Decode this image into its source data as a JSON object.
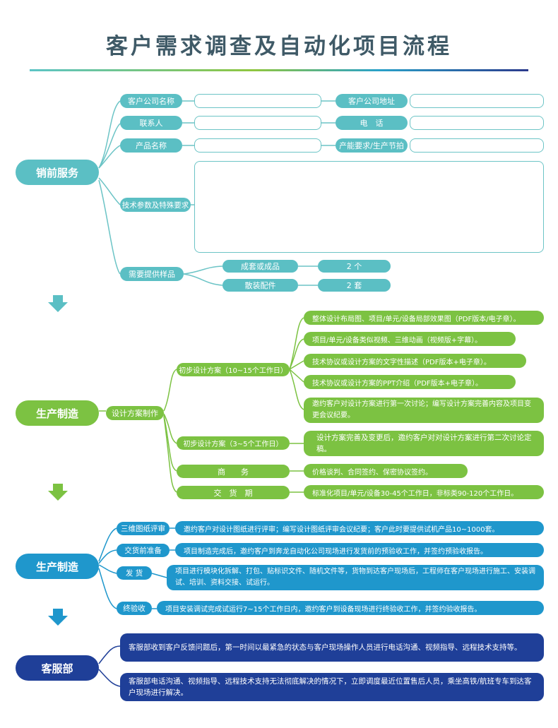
{
  "title": "客户需求调查及自动化项目流程",
  "presales": {
    "main": "销前服务",
    "company_name": "客户公司名称",
    "company_address": "客户公司地址",
    "contact": "联系人",
    "phone": "电　话",
    "product_name": "产品名称",
    "capacity": "产能要求/生产节拍",
    "tech_params": "技术参数及特殊要求",
    "samples": "需要提供样品",
    "sample_set": "成套或成品",
    "sample_set_qty": "2 个",
    "sample_parts": "散装配件",
    "sample_parts_qty": "2 套"
  },
  "production1": {
    "main": "生产制造",
    "design": "设计方案制作",
    "prelim1": "初步设计方案（10~15个工作日）",
    "prelim1_items": [
      "整体设计布局图、项目/单元/设备局部效果图（PDF版本/电子章）。",
      "项目/单元/设备类似视频、三维动画（视频版+字幕）。",
      "技术协议或设计方案的文字性描述（PDF版本+电子章）。",
      "技术协议或设计方案的PPT介绍（PDF版本+电子章）。",
      "邀约客户对设计方案进行第一次讨论；编写设计方案完善内容及项目变更会议纪要。"
    ],
    "prelim2": "初步设计方案（3~5个工作日）",
    "prelim2_item": "设计方案完善及变更后，邀约客户对对设计方案进行第二次讨论定稿。",
    "business": "商　　务",
    "business_item": "价格谈判、合同签约、保密协议签约。",
    "delivery": "交　货　期",
    "delivery_item": "标准化项目/单元/设备30-45个工作日，非标类90-120个工作日。"
  },
  "production2": {
    "main": "生产制造",
    "review": "三维图纸评审",
    "review_item": "邀约客户对设计图纸进行评审；编写设计图纸评审会议纪要；客户此时要提供试机产品10~1000套。",
    "prep": "交货前准备",
    "prep_item": "项目制造完成后，邀约客户到奔龙自动化公司现场进行发货前的预验收工作，并签约预验收报告。",
    "ship": "发 货",
    "ship_item": "项目进行模块化拆解、打包、贴标识文件、随机文件等，货物到达客户现场后，工程师在客户现场进行施工、安装调试、培训、资料交接、试运行。",
    "accept": "终验收",
    "accept_item": "项目安装调试完成试运行7~15个工作日内，邀约客户到设备现场进行终验收工作，并签约验收报告。"
  },
  "service": {
    "main": "客服部",
    "item1": "客服部收到客户反馈问题后，第一时间以最紧急的状态与客户现场操作人员进行电话沟通、视频指导、远程技术支持等。",
    "item2": "客服部电话沟通、视频指导、远程技术支持无法彻底解决的情况下，立即调度最近位置售后人员，乘坐高铁/航班专车到达客户现场进行解决。"
  },
  "colors": {
    "teal": "#5bbfc4",
    "green": "#7cc242",
    "blue": "#1f97cc",
    "navy": "#1f3f98",
    "title": "#3f5a67"
  }
}
